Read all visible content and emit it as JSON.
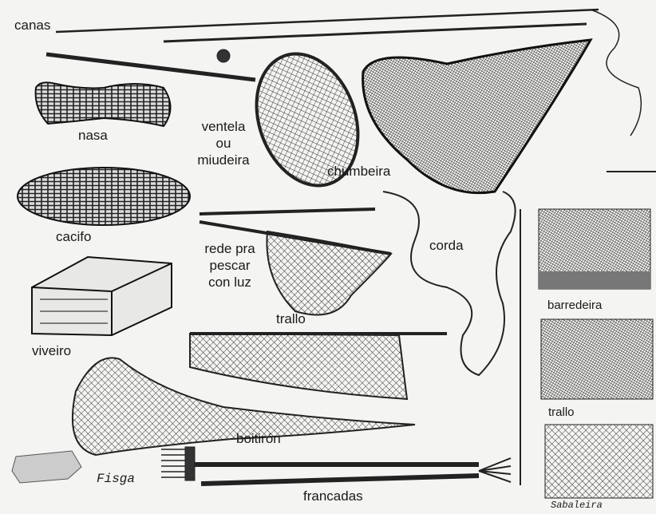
{
  "labels": {
    "canas": "canas",
    "nasa": "nasa",
    "ventela": [
      "ventela",
      "ou",
      "miudeira"
    ],
    "chumbeira": "chumbeira",
    "cacifo": "cacifo",
    "rede_luz": [
      "rede pra",
      "pescar",
      "con luz"
    ],
    "corda": "corda",
    "barredeira": "barredeira",
    "viveiro": "viveiro",
    "trallo_center": "trallo",
    "trallo_right": "trallo",
    "boitiron": "boitirón",
    "fisga": "Fisga",
    "francadas": "francadas",
    "sabaleira": "Sabaleira"
  },
  "colors": {
    "ink": "#1a1a1a",
    "paper": "#f4f4f2",
    "net": "#3a3a3a"
  }
}
